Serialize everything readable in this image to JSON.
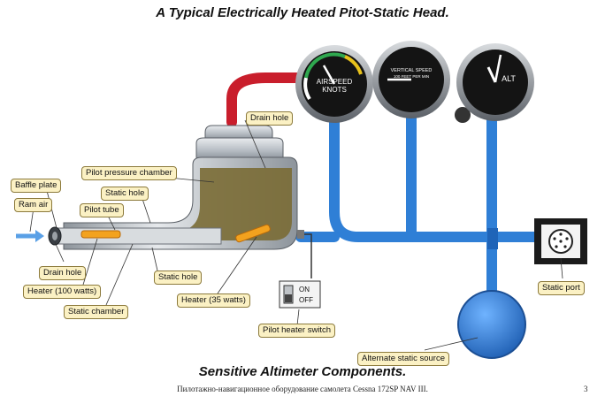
{
  "title": "A Typical Electrically Heated Pitot-Static Head.",
  "subtitle": "Sensitive Altimeter Components.",
  "footer": "Пилотажно-навигационное оборудование самолета Cessna 172SP NAV III.",
  "page_number": "3",
  "labels": {
    "baffle_plate": "Baffle plate",
    "ram_air": "Ram air",
    "pilot_tube": "Pilot tube",
    "static_hole_top": "Static hole",
    "pilot_pressure_chamber": "Pilot pressure chamber",
    "drain_hole_top": "Drain hole",
    "drain_hole_bottom": "Drain hole",
    "heater_100": "Heater (100 watts)",
    "static_chamber": "Static chamber",
    "static_hole_bottom": "Static hole",
    "heater_35": "Heater (35 watts)",
    "pilot_heater_switch": "Pilot heater switch",
    "alternate_static_source": "Alternate static source",
    "static_port": "Static port"
  },
  "switch": {
    "on": "ON",
    "off": "OFF"
  },
  "instruments": {
    "airspeed": {
      "label": "AIRSPEED",
      "unit": "KNOTS"
    },
    "vsi": {
      "label": "VERTICAL SPEED",
      "unit": "100 FEET PER MIN"
    },
    "altimeter": {
      "label": "ALT"
    }
  },
  "colors": {
    "static_line": "#2f7fd6",
    "pitot_line": "#c91e2c",
    "label_bg": "#fbf1c4"
  }
}
